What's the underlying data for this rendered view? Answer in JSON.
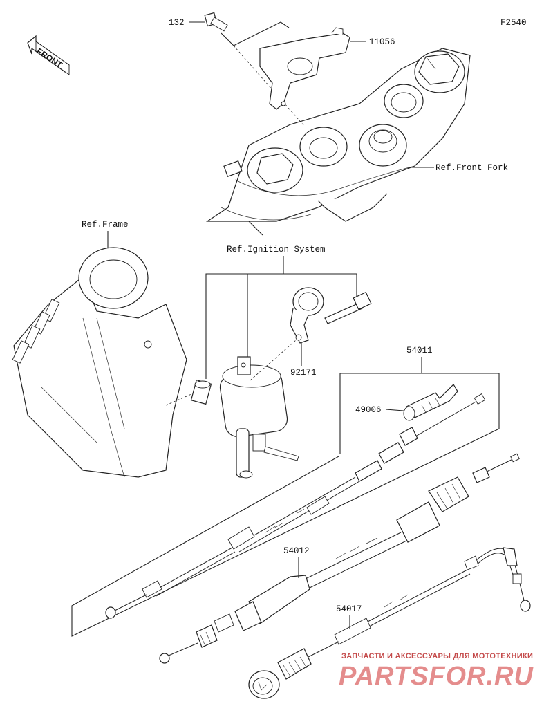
{
  "diagram_code": "F2540",
  "direction_label": "FRONT",
  "part_numbers": {
    "bolt": "132",
    "bracket": "11056",
    "clamp": "92171",
    "cable_set": "54011",
    "rubber": "49006",
    "throttle_cable": "54012",
    "choke_cable": "54017"
  },
  "references": {
    "front_fork": "Ref.Front Fork",
    "frame": "Ref.Frame",
    "ignition": "Ref.Ignition System"
  },
  "watermark": {
    "caption": "ЗАПЧАСТИ И АКСЕССУАРЫ ДЛЯ МОТОТЕХНИКИ",
    "brand": "PARTSFOR.RU"
  },
  "colors": {
    "line": "#222222",
    "watermark_text": "#c44a4a",
    "watermark_brand": "#e07878"
  }
}
